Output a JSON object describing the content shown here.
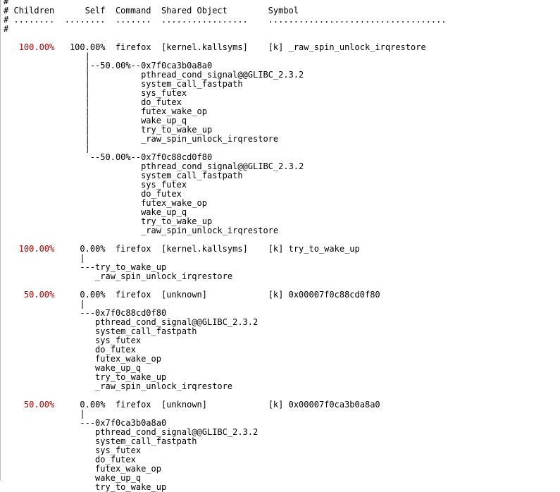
{
  "colors": {
    "background": "#ffffff",
    "text": "#000000",
    "percent_children": "#b00000"
  },
  "report": {
    "lines": [
      {
        "text": "#"
      },
      {
        "text": "# Children      Self  Command  Shared Object        Symbol"
      },
      {
        "text": "# ........  ........  .......  .................    ..................................."
      },
      {
        "text": "#"
      },
      {
        "text": ""
      },
      {
        "lead": "   ",
        "pct": "100.00%",
        "rest": "   100.00%  firefox  [kernel.kallsyms]    [k] _raw_spin_unlock_irqrestore"
      },
      {
        "text": "                |"
      },
      {
        "text": "                |--50.00%--0x7f0ca3b0a8a0"
      },
      {
        "text": "                |          pthread_cond_signal@@GLIBC_2.3.2"
      },
      {
        "text": "                |          system_call_fastpath"
      },
      {
        "text": "                |          sys_futex"
      },
      {
        "text": "                |          do_futex"
      },
      {
        "text": "                |          futex_wake_op"
      },
      {
        "text": "                |          wake_up_q"
      },
      {
        "text": "                |          try_to_wake_up"
      },
      {
        "text": "                |          _raw_spin_unlock_irqrestore"
      },
      {
        "text": "                |"
      },
      {
        "text": "                 --50.00%--0x7f0c88cd0f80"
      },
      {
        "text": "                           pthread_cond_signal@@GLIBC_2.3.2"
      },
      {
        "text": "                           system_call_fastpath"
      },
      {
        "text": "                           sys_futex"
      },
      {
        "text": "                           do_futex"
      },
      {
        "text": "                           futex_wake_op"
      },
      {
        "text": "                           wake_up_q"
      },
      {
        "text": "                           try_to_wake_up"
      },
      {
        "text": "                           _raw_spin_unlock_irqrestore"
      },
      {
        "text": ""
      },
      {
        "lead": "   ",
        "pct": "100.00%",
        "rest": "     0.00%  firefox  [kernel.kallsyms]    [k] try_to_wake_up"
      },
      {
        "text": "               |"
      },
      {
        "text": "               ---try_to_wake_up"
      },
      {
        "text": "                  _raw_spin_unlock_irqrestore"
      },
      {
        "text": ""
      },
      {
        "lead": "    ",
        "pct": "50.00%",
        "rest": "     0.00%  firefox  [unknown]            [k] 0x00007f0c88cd0f80"
      },
      {
        "text": "               |"
      },
      {
        "text": "               ---0x7f0c88cd0f80"
      },
      {
        "text": "                  pthread_cond_signal@@GLIBC_2.3.2"
      },
      {
        "text": "                  system_call_fastpath"
      },
      {
        "text": "                  sys_futex"
      },
      {
        "text": "                  do_futex"
      },
      {
        "text": "                  futex_wake_op"
      },
      {
        "text": "                  wake_up_q"
      },
      {
        "text": "                  try_to_wake_up"
      },
      {
        "text": "                  _raw_spin_unlock_irqrestore"
      },
      {
        "text": ""
      },
      {
        "lead": "    ",
        "pct": "50.00%",
        "rest": "     0.00%  firefox  [unknown]            [k] 0x00007f0ca3b0a8a0"
      },
      {
        "text": "               |"
      },
      {
        "text": "               ---0x7f0ca3b0a8a0"
      },
      {
        "text": "                  pthread_cond_signal@@GLIBC_2.3.2"
      },
      {
        "text": "                  system_call_fastpath"
      },
      {
        "text": "                  sys_futex"
      },
      {
        "text": "                  do_futex"
      },
      {
        "text": "                  futex_wake_op"
      },
      {
        "text": "                  wake_up_q"
      },
      {
        "text": "                  try_to_wake_up"
      }
    ]
  }
}
